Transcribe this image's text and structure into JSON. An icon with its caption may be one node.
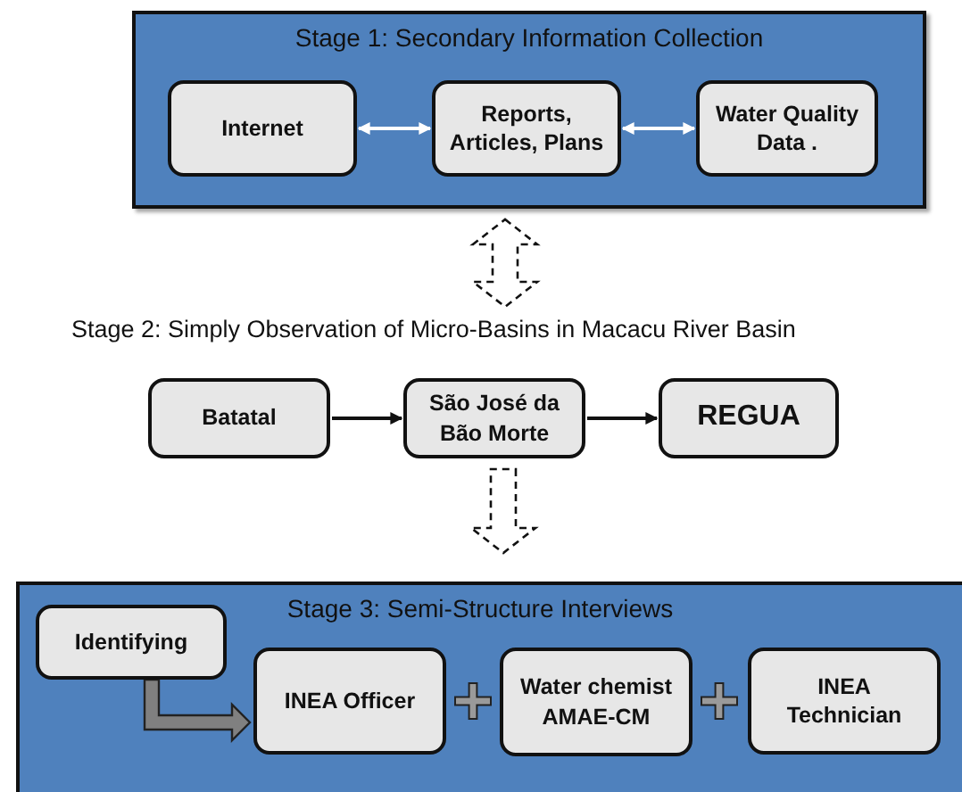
{
  "diagram": {
    "nodes": [
      {
        "text": [
          "Stage 1: Secondary Information Collection"
        ]
      },
      {
        "text": [
          "Internet"
        ],
        "in": 0
      },
      {
        "text": [
          "Reports, Articles, Plans"
        ],
        "in": 0
      },
      {
        "text": [
          "Water Quality Data ."
        ],
        "in": 0
      },
      {
        "text": [
          "Stage 2: Simply Observation of Micro-Basins in Macacu River Basin"
        ]
      },
      {
        "text": [
          "Batatal"
        ]
      },
      {
        "text": [
          "São José da Bão Morte"
        ]
      },
      {
        "text": [
          "REGUA"
        ]
      },
      {
        "text": [
          "Stage 3: Semi-Structure Interviews"
        ]
      },
      {
        "text": [
          "Identifying"
        ],
        "in": 8
      },
      {
        "text": [
          "INEA Officer"
        ],
        "in": 8
      },
      {
        "text": [
          "Water chemist AMAE-CM"
        ],
        "in": 8
      },
      {
        "text": [
          "INEA Technician"
        ],
        "in": 8
      }
    ],
    "edges": [
      {
        "from": 1,
        "to": 2,
        "arrow": "both",
        "color": "#ffffff"
      },
      {
        "from": 2,
        "to": 3,
        "arrow": "both",
        "color": "#ffffff"
      },
      {
        "from": 0,
        "to": 4,
        "arrow": "both",
        "style": "dashed",
        "color": "#111111"
      },
      {
        "from": 5,
        "to": 6,
        "arrow": "to",
        "color": "#111111"
      },
      {
        "from": 6,
        "to": 7,
        "arrow": "to",
        "color": "#111111"
      },
      {
        "from": 6,
        "to": 8,
        "arrow": "to",
        "style": "dashed",
        "color": "#111111"
      },
      {
        "from": 9,
        "to": 10,
        "arrow": "to",
        "style": "thick",
        "color": "#808080"
      }
    ]
  }
}
